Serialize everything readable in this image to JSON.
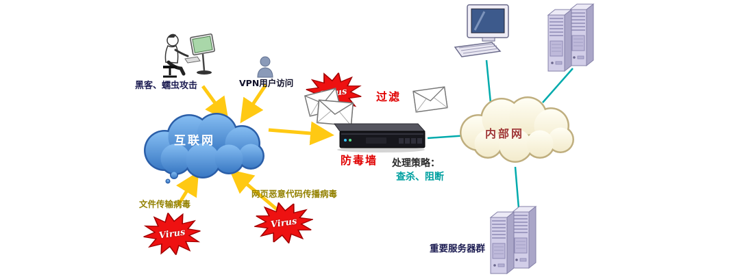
{
  "labels": {
    "hacker": "黑客、蠕虫攻击",
    "vpn": "VPN用户访问",
    "internet": "互联网",
    "virus": "Virus",
    "filter": "过滤",
    "firewall": "防毒墙",
    "strategy_title": "处理策略：",
    "strategy_detail": "查杀、阻断",
    "file_virus": "文件传输病毒",
    "web_virus": "网页恶意代码传播病毒",
    "intranet": "内部网",
    "server_group": "重要服务器群"
  },
  "colors": {
    "arrow_yellow": "#FFC913",
    "link_teal": "#00AAAC",
    "internet_cloud_blue": "#3A79C4",
    "intranet_cloud_cream": "#FFFBE9",
    "virus_red": "#EE1111",
    "alert_text_red": "#E00000",
    "strategy_teal": "#00A0A0",
    "virus_label_olive": "#938100",
    "dark_navy": "#1C1C52"
  }
}
